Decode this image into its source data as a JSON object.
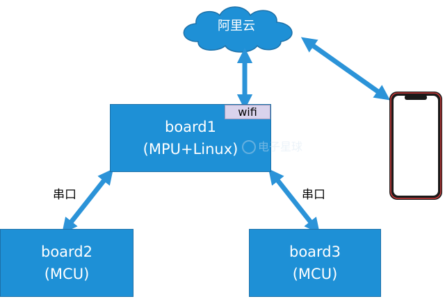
{
  "cloud": {
    "label": "阿里云"
  },
  "board1": {
    "name": "board1",
    "subtitle": "(MPU+Linux)",
    "tag": "wifi"
  },
  "board2": {
    "name": "board2",
    "subtitle": "(MCU)"
  },
  "board3": {
    "name": "board3",
    "subtitle": "(MCU)"
  },
  "links": {
    "serial_left": "串口",
    "serial_right": "串口"
  },
  "watermark": {
    "text": "电子星球"
  },
  "colors": {
    "box_fill": "#1e90d6",
    "cloud_fill": "#1e90d6",
    "arrow": "#2b93d8",
    "tag_fill": "#d9d3ec",
    "phone_frame": "#d13a3a"
  }
}
